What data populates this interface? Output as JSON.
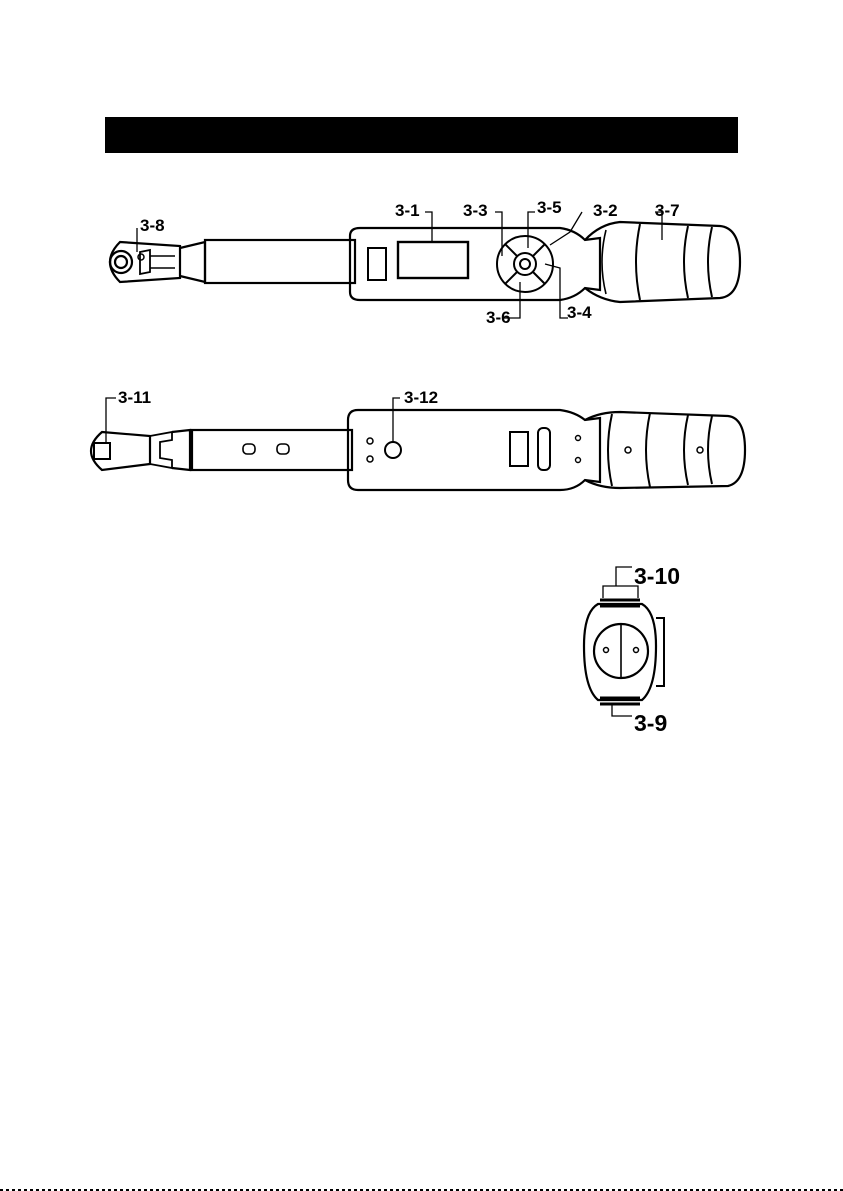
{
  "header": {
    "title": ""
  },
  "labels": {
    "display": "3-1",
    "button_2": "3-2",
    "button_3": "3-3",
    "button_4": "3-4",
    "button_5": "3-5",
    "button_6": "3-6",
    "grip": "3-7",
    "ratchet_lever": "3-8",
    "battery_cap": "3-9",
    "cap_screws": "3-10",
    "square_drive": "3-11",
    "connector": "3-12"
  },
  "colors": {
    "line": "#000000",
    "background": "#ffffff"
  }
}
